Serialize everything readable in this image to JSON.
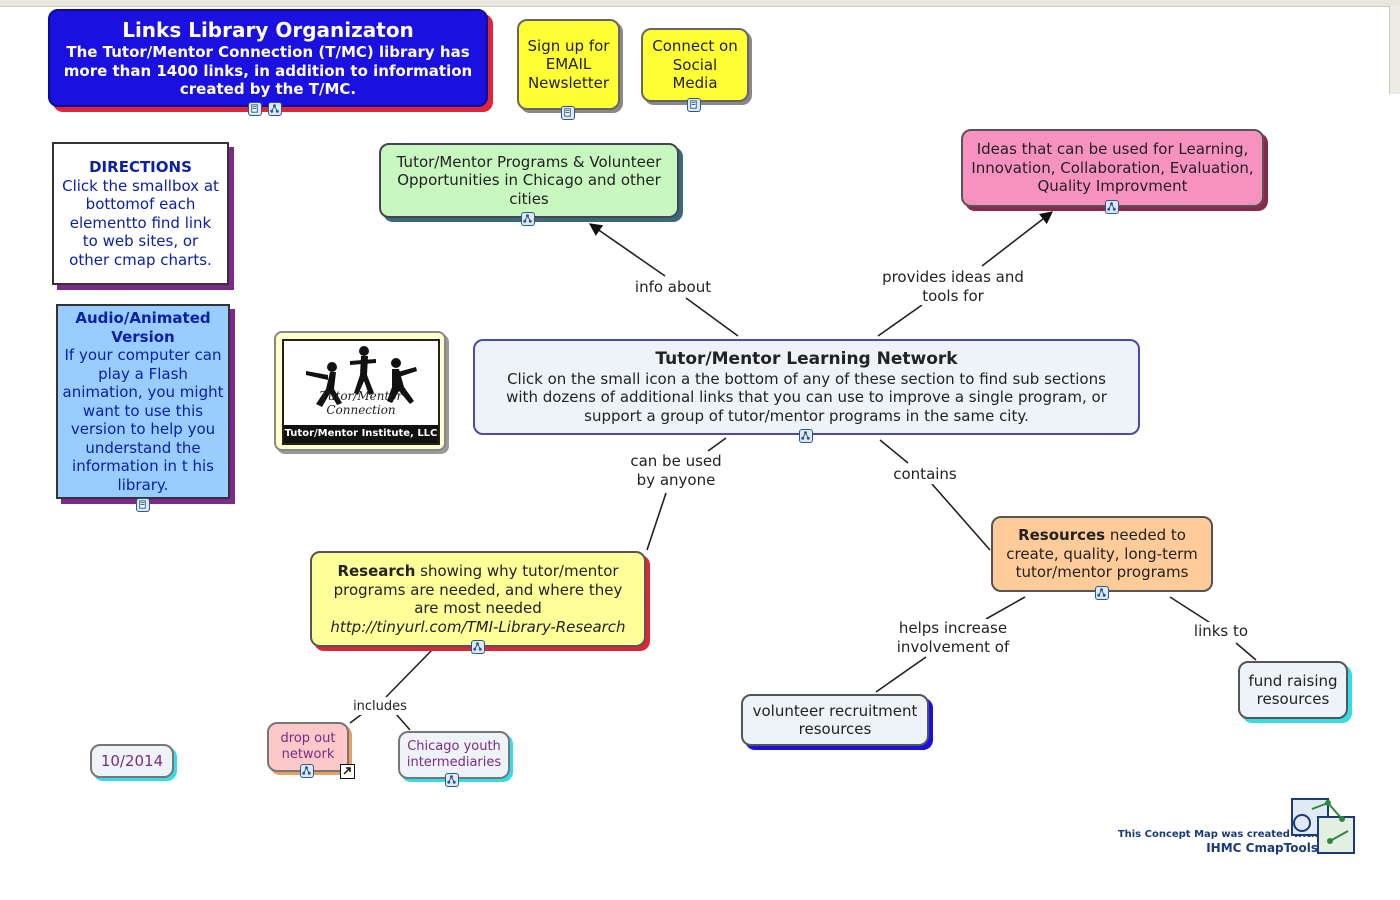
{
  "title_box": {
    "title": "Links Library Organizaton",
    "body": "The Tutor/Mentor Connection (T/MC) library has more than 1400 links, in addition to information created by the T/MC."
  },
  "signup": {
    "label": "Sign up for EMAIL Newsletter"
  },
  "social": {
    "label": "Connect on Social Media"
  },
  "directions": {
    "heading": "DIRECTIONS",
    "body": "Click the smallbox at bottomof each elementto find link to web sites, or other cmap charts."
  },
  "audio": {
    "heading": "Audio/Animated Version",
    "body": "If your computer can play a Flash animation, you might want to use this version to help you understand the information in t his library."
  },
  "logo": {
    "name": "Tutor/Mentor Connection",
    "caption": "Tutor/Mentor Institute, LLC"
  },
  "programs": {
    "label": "Tutor/Mentor Programs & Volunteer Opportunities in Chicago and other cities"
  },
  "ideas": {
    "label": "Ideas that can be used for Learning, Innovation, Collaboration, Evaluation, Quality Improvment"
  },
  "center": {
    "title": "Tutor/Mentor Learning Network",
    "body": "Click on the small icon a the bottom of any of these section to find sub sections with dozens of additional links that you can use to improve a single program, or support a group of tutor/mentor programs in the same city."
  },
  "research": {
    "bold": "Research",
    "body": " showing why tutor/mentor programs are needed, and where they are most needed",
    "url": "http://tinyurl.com/TMI-Library-Research"
  },
  "resources": {
    "bold": "Resources",
    "body": " needed to create, quality, long-term tutor/mentor programs"
  },
  "volunteer": {
    "label": "volunteer recruitment resources"
  },
  "fundraising": {
    "label": "fund raising resources"
  },
  "dropout": {
    "label": "drop out network"
  },
  "chicago": {
    "label": "Chicago youth intermediaries"
  },
  "date": {
    "label": "10/2014"
  },
  "links": {
    "info_about": "info about",
    "provides": "provides ideas and tools for",
    "can_be_used": "can be used by anyone",
    "contains": "contains",
    "helps": "helps increase involvement of",
    "links_to": "links to",
    "includes": "includes"
  },
  "credit": {
    "line1": "This Concept Map was created with",
    "line2": "IHMC CmapTools"
  },
  "colors": {
    "title_bg": "#1a10e0",
    "title_shadow": "#e0243a",
    "yellow": "#ffff33",
    "green": "#c8f7c0",
    "pink": "#f792c0",
    "center_bg": "#eef3f7",
    "research_bg": "#ffff99",
    "resources_bg": "#ffcc99",
    "audio_bg": "#99ccff",
    "text_blue": "#0b20a8"
  }
}
